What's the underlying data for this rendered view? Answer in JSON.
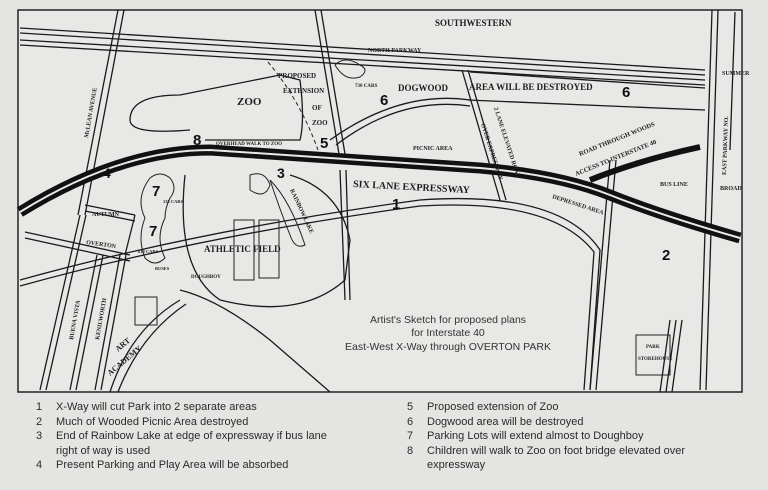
{
  "map": {
    "streets": {
      "top": "SOUTHWESTERN",
      "north_parkway": "NORTH PARKWAY",
      "summer": "SUMMER",
      "mclean": "McLEAN AVENUE",
      "east_parkway": "EAST PARKWAY NO.",
      "broad": "BROAD",
      "autumn": "AUTUMN",
      "overton": "OVERTON",
      "buena_vista": "BUENA VISTA",
      "kenilworth": "KENILWORTH"
    },
    "labels": {
      "zoo": "ZOO",
      "proposed": "PROPOSED",
      "extension": "EXTENSION",
      "of": "OF",
      "zoo2": "ZOO",
      "cars_730": "730 CARS",
      "dogwood": "DOGWOOD",
      "dogwood_area": "AREA WILL BE DESTROYED",
      "picnic_area": "PICNIC AREA",
      "overhead_walk": "OVERHEAD WALK TO ZOO",
      "six_lane": "SIX LANE EXPRESSWAY",
      "elevated_road_1": "2 LANE ELEVATED ROAD",
      "elevated_road_2": "OVER EXPRESSWAY",
      "road_woods_1": "ROAD THROUGH WOODS",
      "road_woods_2": "ACCESS TO INTERSTATE 40",
      "bus_line": "BUS LINE",
      "depressed_area": "DEPRESSED AREA",
      "cars_135": "135 CARS",
      "cars_614": "614 CARS",
      "buses": "BUSES",
      "rainbow_lake": "RAINBOW LAKE",
      "athletic_field": "ATHLETIC FIELD",
      "doughboy": "DOUGHBOY",
      "art": "ART",
      "academy": "ACADEMY",
      "park": "PARK",
      "storehouse": "STOREHOUSE"
    },
    "markers": {
      "m1": "1",
      "m2": "2",
      "m3": "3",
      "m4": "4",
      "m5": "5",
      "m6a": "6",
      "m6b": "6",
      "m7a": "7",
      "m7b": "7",
      "m8": "8"
    },
    "caption": [
      "Artist's Sketch for proposed plans",
      "for Interstate 40",
      "East-West X-Way through OVERTON PARK"
    ]
  },
  "legend": [
    {
      "num": "1",
      "text": "X-Way will cut Park into 2 separate areas"
    },
    {
      "num": "2",
      "text": "Much of Wooded Picnic Area destroyed"
    },
    {
      "num": "3",
      "text": "End of Rainbow Lake at edge of expressway if bus lane right of way is used"
    },
    {
      "num": "4",
      "text": "Present Parking and Play Area will be absorbed"
    },
    {
      "num": "5",
      "text": "Proposed extension of Zoo"
    },
    {
      "num": "6",
      "text": "Dogwood area will be destroyed"
    },
    {
      "num": "7",
      "text": "Parking Lots will extend almost to Doughboy"
    },
    {
      "num": "8",
      "text": "Children will walk to Zoo on foot bridge elevated over expressway"
    }
  ]
}
